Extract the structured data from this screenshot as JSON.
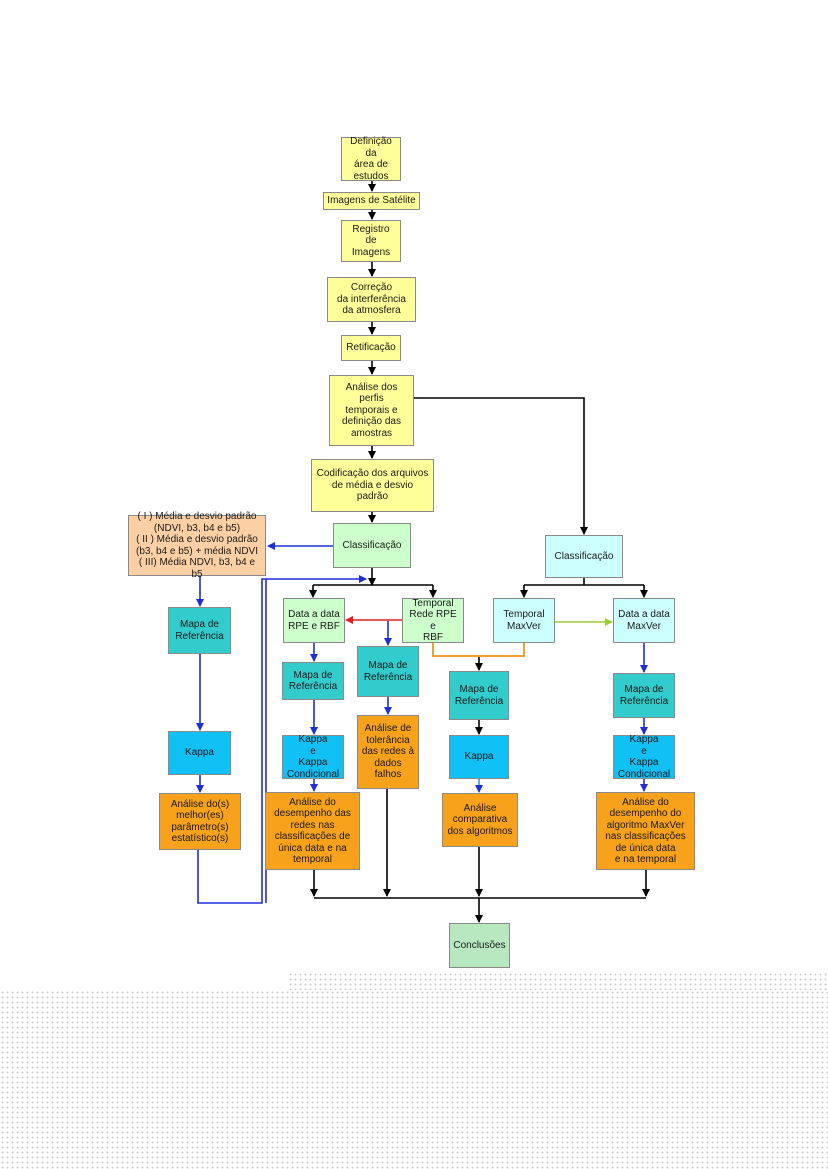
{
  "boxes": {
    "definicao": "Definição da\nárea de\nestudos",
    "imagens_satelite": "Imagens de Satélite",
    "registro": "Registro\nde Imagens",
    "correcao": "Correção\nda interferência\nda atmosfera",
    "retificacao": "Retificação",
    "analise_perfis": "Análise dos perfis\ntemporais e\ndefinição das\namostras",
    "codificacao": "Codificação dos arquivos\nde média e desvio padrão",
    "classificacao_left": "Classificação",
    "classificacao_right": "Classificação",
    "parametros": "( I ) Média e desvio padrão\n(NDVI, b3, b4 e b5)\n( II ) Média e desvio padrão\n(b3, b4 e b5) + média NDVI\n( III) Média NDVI, b3, b4 e b5",
    "mapa_ref_1": "Mapa de\nReferência",
    "kappa_1": "Kappa",
    "analise_melhores": "Análise do(s)\nmelhor(es)\nparâmetro(s)\nestatístico(s)",
    "data_rpe_rbf": "Data a data\nRPE e RBF",
    "temporal_rpe_rbf": "Temporal\nRede RPE e\nRBF",
    "mapa_ref_2": "Mapa de\nReferência",
    "kappa_cond_2": "Kappa\ne\nKappa\nCondicional",
    "analise_desempenho_redes": "Análise do\ndesempenho das\nredes nas\nclassificações de\núnica data e na\ntemporal",
    "mapa_ref_3": "Mapa de\nReferência",
    "analise_tolerancia": "Análise de\ntolerância\ndas redes à\ndados\nfalhos",
    "temporal_maxver": "Temporal\nMaxVer",
    "mapa_ref_4": "Mapa de\nReferência",
    "kappa_4": "Kappa",
    "analise_comparativa": "Análise\ncomparativa\ndos algoritmos",
    "data_maxver": "Data a data\nMaxVer",
    "mapa_ref_5": "Mapa de\nReferência",
    "kappa_cond_5": "Kappa\ne\nKappa\nCondicional",
    "analise_desempenho_maxver": "Análise do\ndesempenho do\nalgoritmo MaxVer\nnas classificações\nde única data\ne na temporal",
    "conclusoes": "Conclusões"
  },
  "colors": {
    "black_arrow": "#000000",
    "blue_arrow": "#1f2fd6",
    "red_arrow": "#e02020",
    "green_arrow": "#9acd32",
    "orange_line": "#f0a030"
  }
}
